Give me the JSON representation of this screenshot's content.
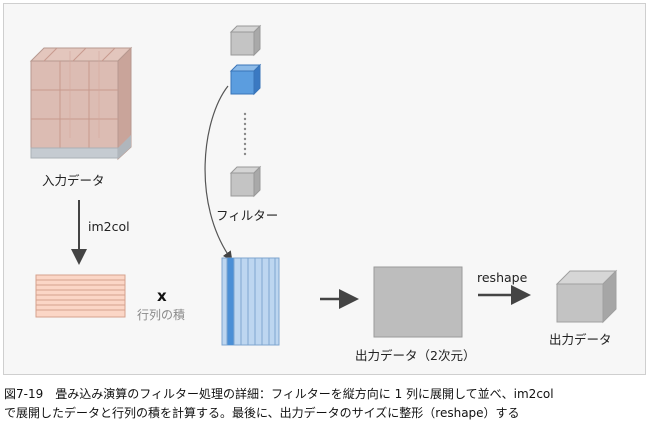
{
  "labels": {
    "input_data": "入力データ",
    "im2col": "im2col",
    "matrix_product_x": "x",
    "matrix_product": "行列の積",
    "filter": "フィルター",
    "output_2d": "出力データ（2次元）",
    "reshape": "reshape",
    "output_data": "出力データ"
  },
  "caption": {
    "line1": "図7-19　畳み込み演算のフィルター処理の詳細：フィルターを縦方向に 1 列に展開して並べ、im2col",
    "line2": "で展開したデータと行列の積を計算する。最後に、出力データのサイズに整形（reshape）する"
  },
  "colors": {
    "input_cube": "#d9b3aa",
    "row_matrix": "#f9d4c4",
    "filter_highlight": "#4a8fd6",
    "filter_matrix": "#b8d2ee",
    "gray_block": "#bdbdbd",
    "arrow": "#444444"
  }
}
